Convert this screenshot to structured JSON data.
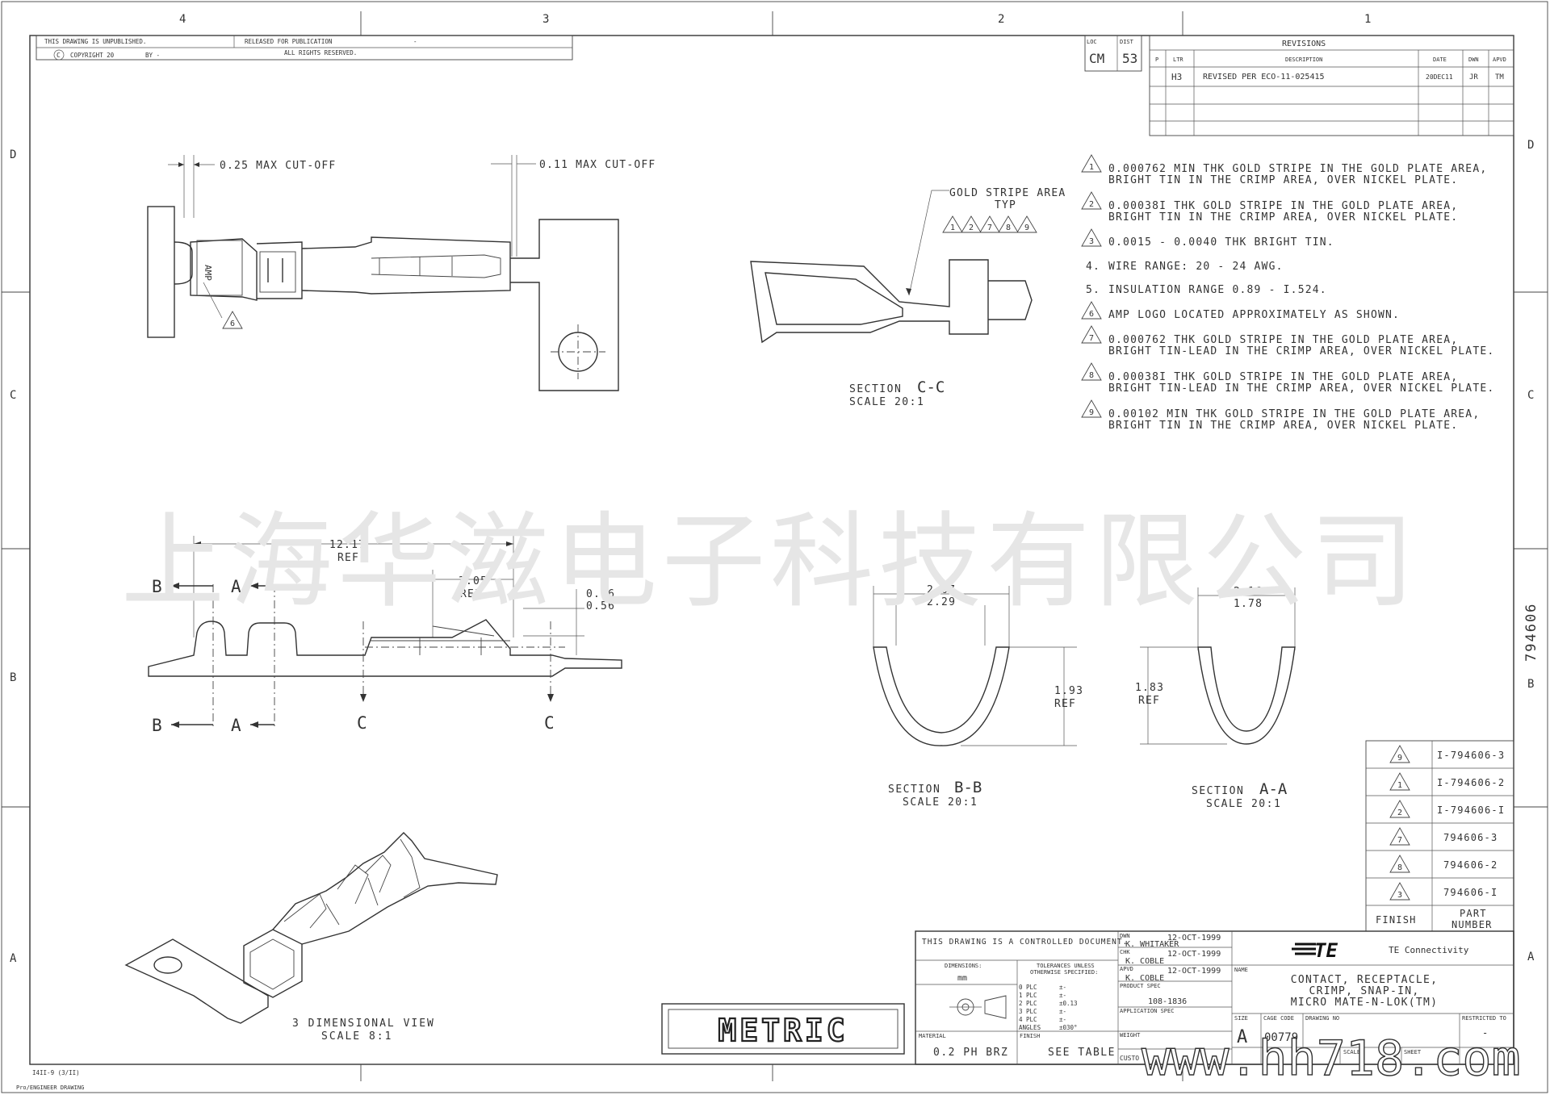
{
  "border": {
    "zones_top": [
      "4",
      "3",
      "2",
      "1"
    ],
    "zones_side": [
      "D",
      "C",
      "B",
      "A"
    ]
  },
  "header": {
    "unpublished": "THIS DRAWING IS UNPUBLISHED.",
    "released": "RELEASED FOR PUBLICATION",
    "released_value": "-",
    "copyright": "COPYRIGHT 20",
    "by": "BY -",
    "rights": "ALL RIGHTS RESERVED."
  },
  "loc_dist": {
    "loc_label": "LOC",
    "loc": "CM",
    "dist_label": "DIST",
    "dist": "53"
  },
  "revisions": {
    "title": "REVISIONS",
    "headers": [
      "P",
      "LTR",
      "DESCRIPTION",
      "DATE",
      "DWN",
      "APVD"
    ],
    "rows": [
      {
        "p": "",
        "ltr": "H3",
        "desc": "REVISED PER ECO-11-025415",
        "date": "20DEC11",
        "dwn": "JR",
        "apvd": "TM"
      }
    ]
  },
  "notes": [
    {
      "num": "1",
      "tri": true,
      "l1": "0.000762 MIN THK GOLD STRIPE IN THE GOLD PLATE AREA,",
      "l2": "BRIGHT TIN IN THE CRIMP AREA, OVER NICKEL PLATE."
    },
    {
      "num": "2",
      "tri": true,
      "l1": "0.00038I THK GOLD STRIPE IN THE GOLD PLATE AREA,",
      "l2": "BRIGHT TIN IN THE CRIMP AREA, OVER NICKEL PLATE."
    },
    {
      "num": "3",
      "tri": true,
      "l1": "0.0015 - 0.0040 THK BRIGHT TIN.",
      "l2": ""
    },
    {
      "num": "4.",
      "tri": false,
      "l1": "WIRE RANGE: 20 - 24 AWG.",
      "l2": ""
    },
    {
      "num": "5.",
      "tri": false,
      "l1": "INSULATION RANGE 0.89 - I.524.",
      "l2": ""
    },
    {
      "num": "6",
      "tri": true,
      "l1": "AMP LOGO LOCATED APPROXIMATELY AS SHOWN.",
      "l2": ""
    },
    {
      "num": "7",
      "tri": true,
      "l1": "0.000762 THK GOLD STRIPE IN THE GOLD PLATE AREA,",
      "l2": "BRIGHT TIN-LEAD IN THE CRIMP AREA, OVER NICKEL PLATE."
    },
    {
      "num": "8",
      "tri": true,
      "l1": "0.00038I THK GOLD STRIPE IN THE GOLD PLATE AREA,",
      "l2": "BRIGHT TIN-LEAD IN THE CRIMP AREA, OVER NICKEL PLATE."
    },
    {
      "num": "9",
      "tri": true,
      "l1": "0.00102 MIN THK GOLD STRIPE IN THE GOLD PLATE AREA,",
      "l2": "BRIGHT TIN IN THE CRIMP AREA, OVER NICKEL PLATE."
    }
  ],
  "top_view": {
    "cutoff_left": "0.25 MAX CUT-OFF",
    "cutoff_right": "0.11 MAX CUT-OFF",
    "logo_callout": "6",
    "logo_text": "AMP"
  },
  "section_cc": {
    "label": "SECTION",
    "letter": "C-C",
    "scale": "SCALE 20:1",
    "callout_l1": "GOLD STRIPE AREA",
    "callout_l2": "TYP",
    "callout_tris": [
      "1",
      "2",
      "7",
      "8",
      "9"
    ]
  },
  "side_view": {
    "dim_overall": "12.17",
    "dim_overall_ref": "REF",
    "dim_mid": "3.05",
    "dim_mid_ref": "REF",
    "dim_h1": "0.76",
    "dim_h2": "0.56",
    "cut_b": "B",
    "cut_a": "A",
    "cut_c": "C"
  },
  "section_bb": {
    "label": "SECTION",
    "letter": "B-B",
    "scale": "SCALE 20:1",
    "w1": "2.67",
    "w2": "2.29",
    "h": "1.93",
    "h_ref": "REF"
  },
  "section_aa": {
    "label": "SECTION",
    "letter": "A-A",
    "scale": "SCALE 20:1",
    "w1": "2.16",
    "w2": "1.78",
    "h": "1.83",
    "h_ref": "REF"
  },
  "iso_view": {
    "l1": "3 DIMENSIONAL VIEW",
    "l2": "SCALE 8:1"
  },
  "part_table": {
    "rows": [
      {
        "finish": "9",
        "part": "I-794606-3"
      },
      {
        "finish": "1",
        "part": "I-794606-2"
      },
      {
        "finish": "2",
        "part": "I-794606-I"
      },
      {
        "finish": "7",
        "part": "794606-3"
      },
      {
        "finish": "8",
        "part": "794606-2"
      },
      {
        "finish": "3",
        "part": "794606-I"
      }
    ],
    "finish_header": "FINISH",
    "part_header_1": "PART",
    "part_header_2": "NUMBER"
  },
  "side_number": "794606",
  "metric": "METRIC",
  "title_block": {
    "controlled": "THIS DRAWING IS A CONTROLLED DOCUMENT.",
    "dimensions_label": "DIMENSIONS:",
    "dimensions_unit": "mm",
    "tolerances_l1": "TOLERANCES UNLESS",
    "tolerances_l2": "OTHERWISE SPECIFIED:",
    "tol_rows": [
      {
        "k": "0 PLC",
        "v": "±-"
      },
      {
        "k": "1 PLC",
        "v": "±-"
      },
      {
        "k": "2 PLC",
        "v": "±0.13"
      },
      {
        "k": "3 PLC",
        "v": "±-"
      },
      {
        "k": "4 PLC",
        "v": "±-"
      },
      {
        "k": "ANGLES",
        "v": "±030°"
      }
    ],
    "material_label": "MATERIAL",
    "material": "0.2 PH BRZ",
    "finish_label": "FINISH",
    "finish": "SEE TABLE",
    "dwn_label": "DWN",
    "dwn_name": "K. WHITAKER",
    "dwn_date": "12-OCT-1999",
    "chk_label": "CHK",
    "chk_name": "K. COBLE",
    "chk_date": "12-OCT-1999",
    "apvd_label": "APVD",
    "apvd_name": "K. COBLE",
    "apvd_date": "12-OCT-1999",
    "product_spec_label": "PRODUCT SPEC",
    "product_spec": "108-1836",
    "app_spec_label": "APPLICATION SPEC",
    "weight_label": "WEIGHT",
    "customer_label": "CUSTO",
    "company": "TE Connectivity",
    "logo": "TE",
    "name_label": "NAME",
    "name_l1": "CONTACT, RECEPTACLE,",
    "name_l2": "CRIMP, SNAP-IN,",
    "name_l3": "MICRO MATE-N-LOK(TM)",
    "size_label": "SIZE",
    "size": "A",
    "cage_label": "CAGE CODE",
    "cage": "00779",
    "dwg_label": "DRAWING NO",
    "restricted_label": "RESTRICTED TO",
    "restricted": "-",
    "scale_label": "SCALE",
    "sheet_label": "SHEET"
  },
  "footer": {
    "form": "I4II-9 (3/II)",
    "software": "Pro/ENGINEER DRAWING"
  },
  "watermark": {
    "cn": "上海华滋电子科技有限公司",
    "url": "www.hh718.com"
  }
}
